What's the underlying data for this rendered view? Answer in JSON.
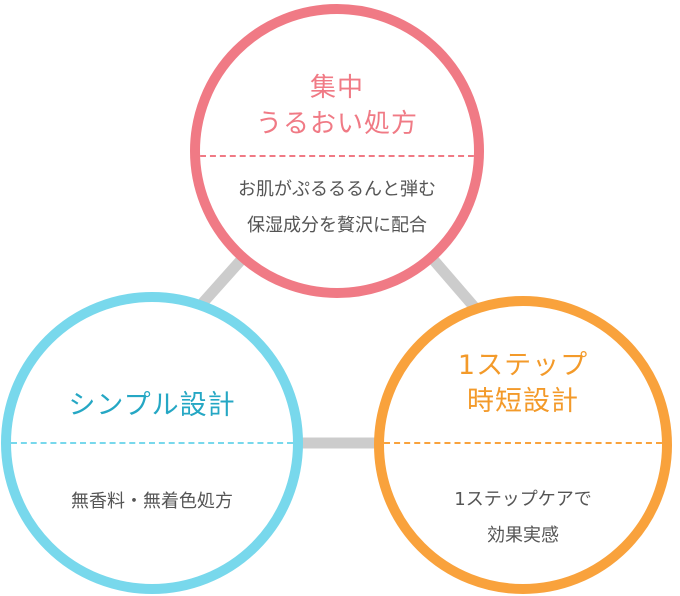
{
  "diagram": {
    "connector_color": "#cccccc",
    "nodes": {
      "top": {
        "title_lines": [
          "集中",
          "うるおい処方"
        ],
        "desc_lines": [
          "お肌がぷるるるんと弾む",
          "保湿成分を贅沢に配合"
        ],
        "color": "#f07a85"
      },
      "left": {
        "title_lines": [
          "シンプル設計"
        ],
        "desc_lines": [
          "無香料・無着色処方"
        ],
        "color": "#78d8ec"
      },
      "right": {
        "title_lines": [
          "1ステップ",
          "時短設計"
        ],
        "desc_lines": [
          "1ステップケアで",
          "効果実感"
        ],
        "color": "#f9a23c"
      }
    }
  }
}
